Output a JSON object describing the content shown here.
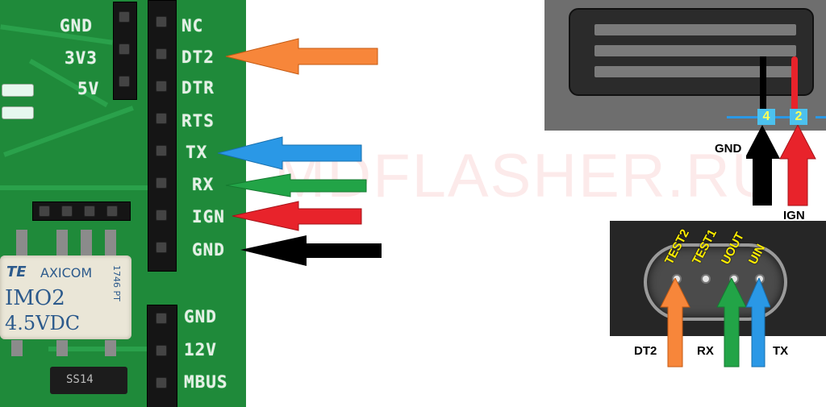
{
  "pcb": {
    "left_labels": [
      "GND",
      "3V3",
      "5V"
    ],
    "right_labels": [
      "NC",
      "DT2",
      "DTR",
      "RTS",
      "TX",
      "RX",
      "IGN",
      "GND"
    ],
    "lower_labels": [
      "GND",
      "12V",
      "MBUS"
    ],
    "relay": {
      "brand": "TE",
      "brand2": "AXICOM",
      "model": "IMO2",
      "voltage": "4.5VDC",
      "date_code": "1746 PT"
    },
    "diode_label": "SS14"
  },
  "arrows": [
    {
      "target": "DT2",
      "color": "#f7863a"
    },
    {
      "target": "TX",
      "color": "#2a98e6"
    },
    {
      "target": "RX",
      "color": "#22a447"
    },
    {
      "target": "IGN",
      "color": "#e8232b"
    },
    {
      "target": "GND",
      "color": "#000000"
    }
  ],
  "watermark": "MDFLASHER.RU",
  "connector": {
    "pin_badges": [
      "4",
      "2"
    ],
    "labels": {
      "left": "GND",
      "right": "IGN"
    },
    "colors": {
      "gnd": "#000000",
      "ign": "#e8232b",
      "badge": "#4cc1ee",
      "arrow": "#2a98e6"
    }
  },
  "port": {
    "pad_labels": [
      "TEST2",
      "TEST1",
      "UOUT",
      "UIN"
    ],
    "bottom_labels": [
      "DT2",
      "RX",
      "TX"
    ],
    "colors": {
      "test2": "#f7863a",
      "uout": "#22a447",
      "uin": "#2a98e6",
      "label": "#ffee00"
    }
  }
}
